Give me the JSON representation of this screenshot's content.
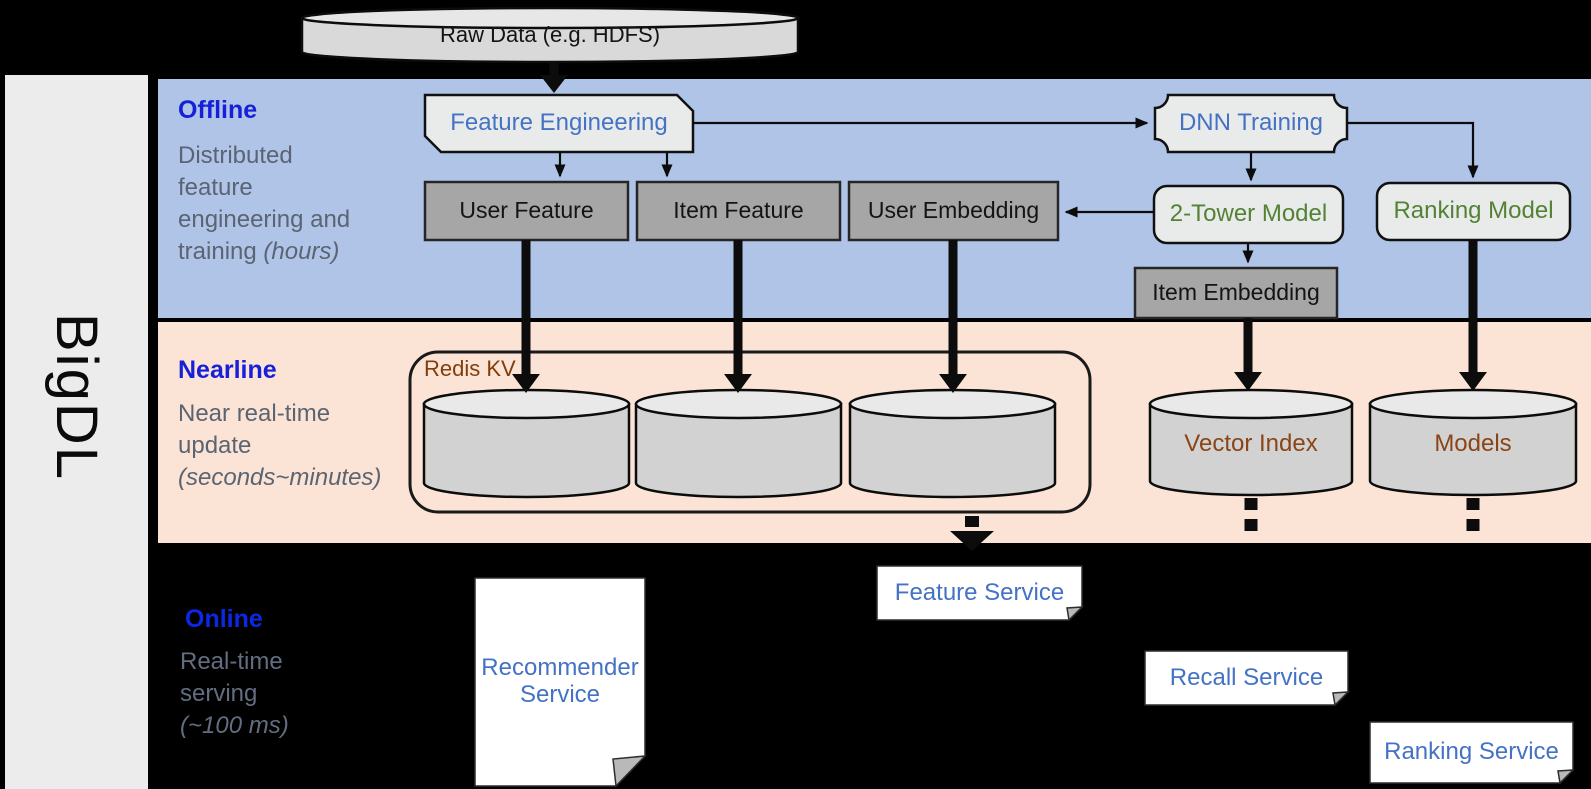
{
  "brand": {
    "label": "BigDL"
  },
  "source_store": {
    "label": "Raw Data (e.g. HDFS)"
  },
  "sections": {
    "offline": {
      "title": "Offline",
      "description": "Distributed feature engineering and training",
      "description_italic": "(hours)"
    },
    "nearline": {
      "title": "Nearline",
      "description": "Near real-time update",
      "description_italic": "(seconds~minutes)"
    },
    "online": {
      "title": "Online",
      "description": "Real-time serving",
      "description_italic": "(~100 ms)"
    }
  },
  "offline_nodes": {
    "feature_engineering": "Feature Engineering",
    "user_feature": "User Feature",
    "item_feature": "Item Feature",
    "user_embedding": "User Embedding",
    "dnn_training": "DNN Training",
    "two_tower_model": "2-Tower Model",
    "ranking_model": "Ranking Model",
    "item_embedding": "Item Embedding"
  },
  "nearline_nodes": {
    "redis_kv": "Redis KV",
    "vector_index": "Vector Index",
    "models": "Models"
  },
  "online_nodes": {
    "recommender_service": "Recommender Service",
    "feature_service": "Feature Service",
    "recall_service": "Recall Service",
    "ranking_service": "Ranking Service"
  },
  "colors": {
    "section_title_blue": "#1620d8",
    "node_text_blue": "#4472c4",
    "node_text_green": "#548235",
    "node_text_brown": "#843c0c",
    "description_gray": "#5a6472",
    "offline_band": "#b0c4e8",
    "nearline_band": "#fbe4d5",
    "online_band": "#000000",
    "gray_node_fill": "#a6a6a6",
    "light_node_fill": "#e9ebeb",
    "cylinder_fill": "#d2d2d2",
    "sidebar_fill": "#ececec"
  }
}
